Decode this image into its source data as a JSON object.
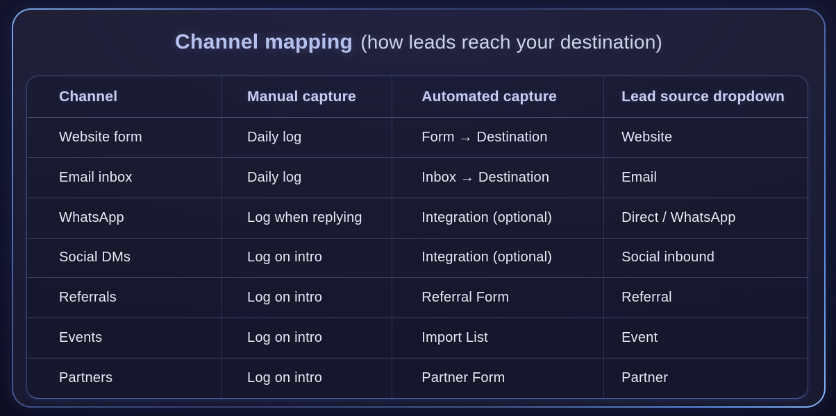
{
  "title": {
    "main": "Channel mapping",
    "subtitle": "(how leads reach your destination)"
  },
  "chart_data": {
    "type": "table",
    "title": "Channel mapping (how leads reach your destination)",
    "columns": [
      "Channel",
      "Manual capture",
      "Automated capture",
      "Lead source dropdown"
    ],
    "rows": [
      [
        "Website form",
        "Daily log",
        "Form → Destination",
        "Website"
      ],
      [
        "Email inbox",
        "Daily log",
        "Inbox → Destination",
        "Email"
      ],
      [
        "WhatsApp",
        "Log when replying",
        "Integration (optional)",
        "Direct / WhatsApp"
      ],
      [
        "Social DMs",
        "Log on intro",
        "Integration (optional)",
        "Social inbound"
      ],
      [
        "Referrals",
        "Log on intro",
        "Referral Form",
        "Referral"
      ],
      [
        "Events",
        "Log on intro",
        "Import List",
        "Event"
      ],
      [
        "Partners",
        "Log on intro",
        "Partner Form",
        "Partner"
      ]
    ],
    "layout_hints": "dark slide card with glowing blue gradient border; 4-column ruled table with rounded container"
  },
  "colors": {
    "page-bg": "#12122a",
    "card-bg": "#1d1d34",
    "card-bg-top": "#232340",
    "border-bright": "#7ba4ea",
    "border-mid": "#46578e",
    "border-dim": "#333f6b",
    "table-border": "rgba(132,152,206,0.38)",
    "table-border-bottom": "rgba(120,165,240,0.60)",
    "line-h": "rgba(150,168,222,0.32)",
    "line-v": "rgba(150,168,222,0.20)",
    "title-main": "#b6c0ee",
    "title-sub": "#cdd2e4",
    "header-text": "#c7cdee",
    "body-text": "#e4e7f4"
  }
}
